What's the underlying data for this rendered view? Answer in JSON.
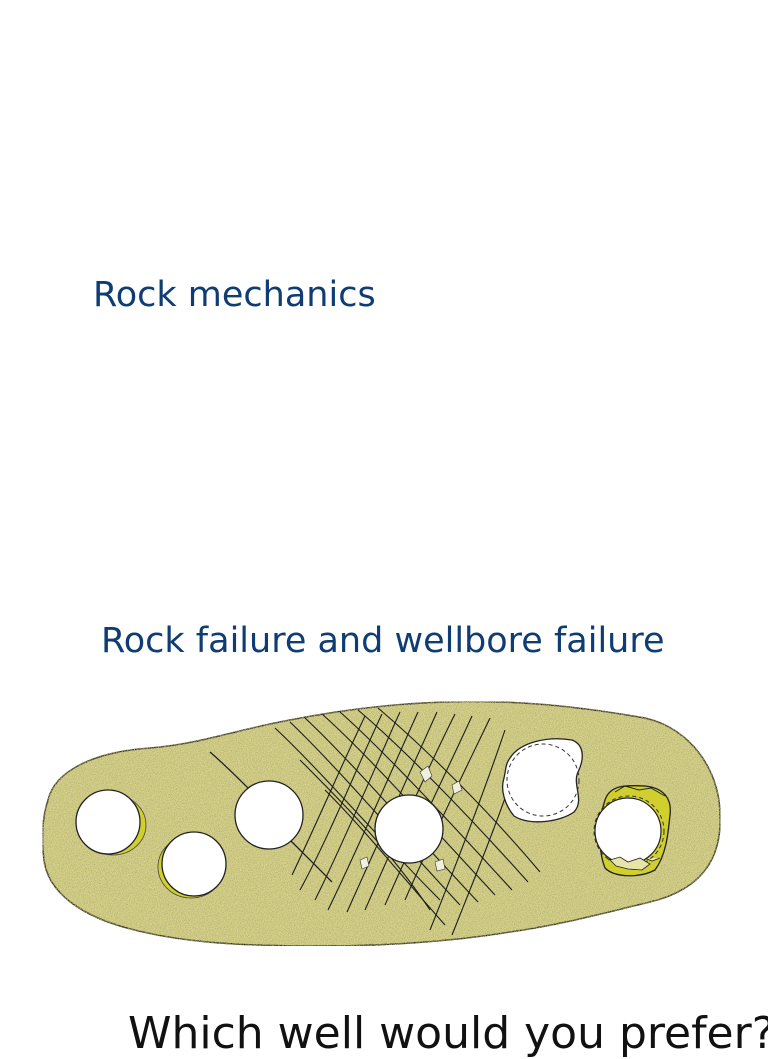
{
  "slide": {
    "title_1": "Rock mechanics",
    "title_2": "Rock failure and wellbore failure",
    "bottom_text_partial": "Which well would you prefer?"
  },
  "colors": {
    "title": "#0f3d73",
    "rock_fill": "#d8d48a",
    "rock_outline": "#2a2a1a",
    "breakout_fill": "#d0cf2e"
  },
  "diagram": {
    "description_name": "wellbore-failure-cross-section",
    "boreholes": [
      {
        "name": "borehole-breakout-left"
      },
      {
        "name": "borehole-breakout-small"
      },
      {
        "name": "borehole-shear-fractures"
      },
      {
        "name": "borehole-intense-fracturing"
      },
      {
        "name": "borehole-washout"
      },
      {
        "name": "borehole-collapsed"
      }
    ]
  }
}
